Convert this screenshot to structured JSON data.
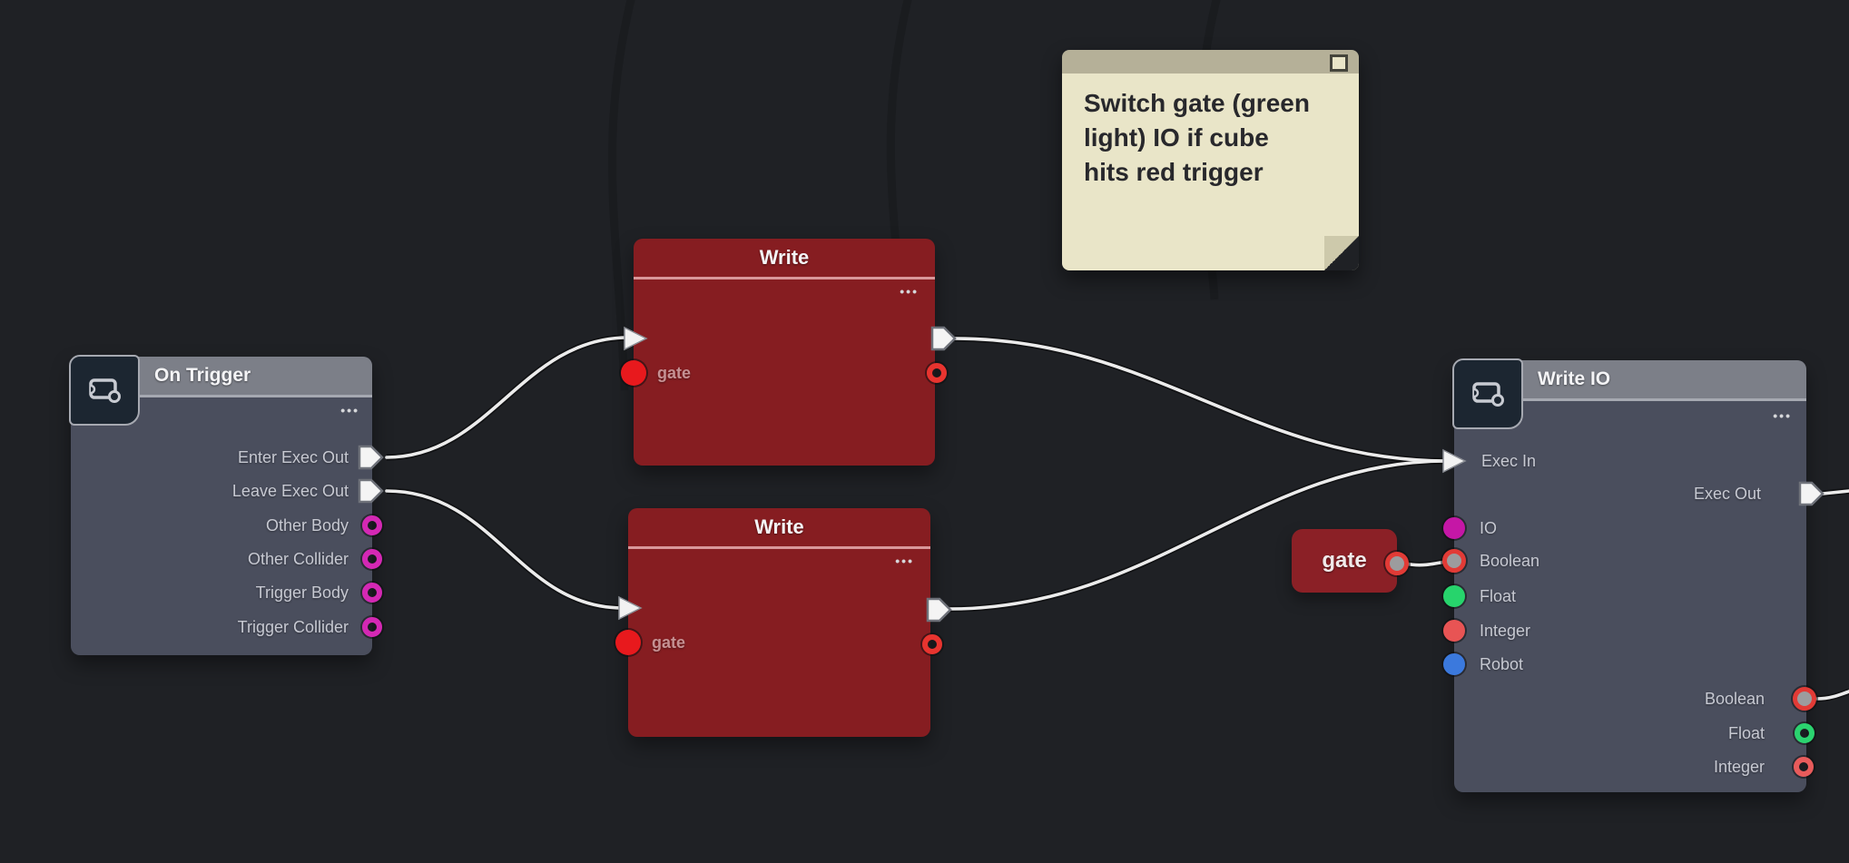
{
  "canvas": {
    "background": "#1f2125"
  },
  "note": {
    "line1": "Switch gate (green",
    "line2": "light) IO if cube",
    "line3": "hits red trigger",
    "full_text": "Switch gate (green light) IO if cube hits red trigger",
    "colors": {
      "header": "#b5b098",
      "body": "#e9e5c8",
      "fold": "#cdc9ab",
      "text": "#28282c"
    }
  },
  "nodes": {
    "on_trigger": {
      "title": "On Trigger",
      "menu": "•••",
      "outputs": [
        {
          "label": "Enter Exec Out",
          "type": "exec"
        },
        {
          "label": "Leave Exec Out",
          "type": "exec"
        },
        {
          "label": "Other Body",
          "type": "object"
        },
        {
          "label": "Other Collider",
          "type": "object"
        },
        {
          "label": "Trigger Body",
          "type": "object"
        },
        {
          "label": "Trigger Collider",
          "type": "object"
        }
      ]
    },
    "write_top": {
      "title": "Write",
      "menu": "•••",
      "inputs": [
        {
          "label": "gate",
          "type": "boolean"
        }
      ],
      "outputs": [
        {
          "label": "",
          "type": "exec"
        },
        {
          "label": "",
          "type": "boolean"
        }
      ]
    },
    "write_bottom": {
      "title": "Write",
      "menu": "•••",
      "inputs": [
        {
          "label": "gate",
          "type": "boolean"
        }
      ],
      "outputs": [
        {
          "label": "",
          "type": "exec"
        },
        {
          "label": "",
          "type": "boolean"
        }
      ]
    },
    "write_io": {
      "title": "Write IO",
      "menu": "•••",
      "inputs": [
        {
          "label": "Exec In",
          "type": "exec"
        },
        {
          "label": "IO",
          "type": "io"
        },
        {
          "label": "Boolean",
          "type": "boolean",
          "connected": true
        },
        {
          "label": "Float",
          "type": "float"
        },
        {
          "label": "Integer",
          "type": "integer"
        },
        {
          "label": "Robot",
          "type": "robot"
        }
      ],
      "outputs": [
        {
          "label": "Exec Out",
          "type": "exec"
        },
        {
          "label": "Boolean",
          "type": "boolean",
          "connected": true
        },
        {
          "label": "Float",
          "type": "float"
        },
        {
          "label": "Integer",
          "type": "integer"
        }
      ]
    },
    "gate_var": {
      "title": "gate"
    }
  },
  "colors": {
    "node_header": "#7c7f88",
    "node_body": "#4b4f5f",
    "write_red": "#861d21",
    "write_separator": "#d9979a",
    "magenta_port": "#d428b4",
    "io_port": "#c517a6",
    "boolean_port": "#e8342f",
    "float_port": "#2bd36f",
    "integer_port": "#e85b5b",
    "robot_port": "#3b79dd",
    "wire": "#ececec"
  },
  "connections": [
    {
      "from": "On Trigger.Enter Exec Out",
      "to": "Write(top).Exec In"
    },
    {
      "from": "On Trigger.Leave Exec Out",
      "to": "Write(bottom).Exec In"
    },
    {
      "from": "Write(top).Exec Out",
      "to": "Write IO.Exec In"
    },
    {
      "from": "Write(bottom).Exec Out",
      "to": "Write IO.Exec In"
    },
    {
      "from": "gate",
      "to": "Write IO.Boolean(in)"
    },
    {
      "from": "Write IO.Exec Out",
      "to": "offscreen-right"
    },
    {
      "from": "Write IO.Boolean(out)",
      "to": "offscreen-right"
    }
  ]
}
